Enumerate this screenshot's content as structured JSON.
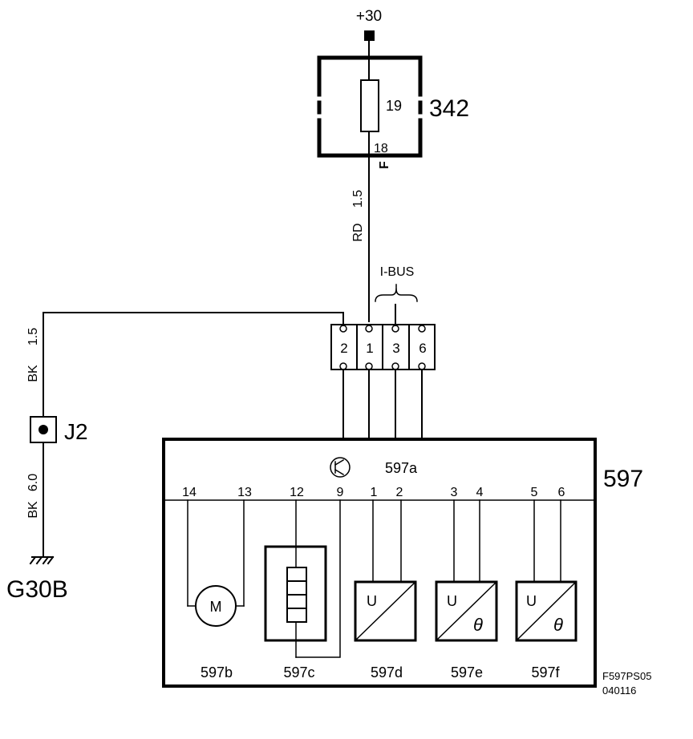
{
  "supply": {
    "label": "+30"
  },
  "fuse_box": {
    "id": "342",
    "fuse_number": "19",
    "pin": "18",
    "pin_letter": "F"
  },
  "wires": {
    "supply_wire": {
      "color": "RD",
      "size": "1.5"
    },
    "ground_wire_upper": {
      "color": "BK",
      "size": "1.5"
    },
    "ground_wire_lower": {
      "color": "BK",
      "size": "6.0"
    }
  },
  "bus": {
    "label": "I-BUS"
  },
  "connector": {
    "pins": [
      "2",
      "1",
      "3",
      "6"
    ]
  },
  "junction": {
    "label": "J2"
  },
  "ground": {
    "label": "G30B"
  },
  "module": {
    "id": "597",
    "main_sub": "597a",
    "pins": [
      "14",
      "13",
      "12",
      "9",
      "1",
      "2",
      "3",
      "4",
      "5",
      "6"
    ],
    "components": {
      "motor": {
        "id": "597b",
        "symbol": "M"
      },
      "heater": {
        "id": "597c"
      },
      "sensor_d": {
        "id": "597d",
        "symbol": "U"
      },
      "sensor_e": {
        "id": "597e",
        "symbol": "U",
        "symbol2": "θ"
      },
      "sensor_f": {
        "id": "597f",
        "symbol": "U",
        "symbol2": "θ"
      }
    }
  },
  "footer": {
    "ref_line1": "F597PS05",
    "ref_line2": "040116"
  }
}
